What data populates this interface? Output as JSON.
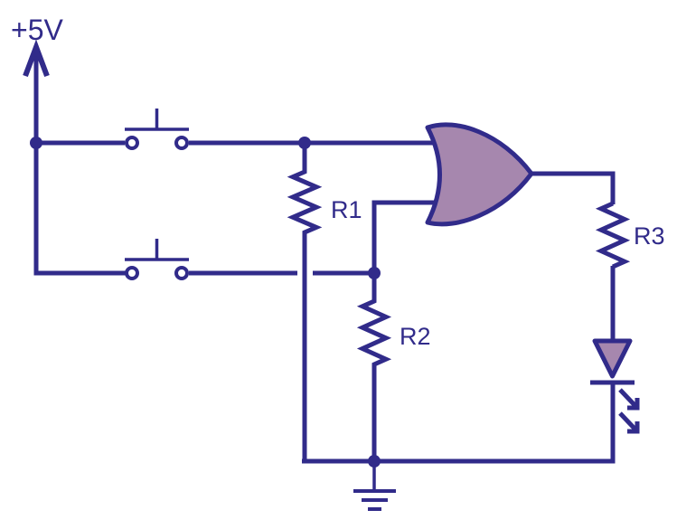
{
  "diagram": {
    "type": "circuit schematic",
    "power_label": "+5V",
    "resistor_labels": {
      "r1": "R1",
      "r2": "R2",
      "r3": "R3"
    },
    "components": [
      "power-supply-5v",
      "push-button-1",
      "push-button-2",
      "resistor-R1",
      "resistor-R2",
      "resistor-R3",
      "or-gate",
      "led",
      "earth-ground"
    ]
  },
  "colors": {
    "wire": "#312b8a",
    "component_fill": "#a687ae",
    "pin_fill": "#ffffff",
    "background": "#ffffff"
  }
}
